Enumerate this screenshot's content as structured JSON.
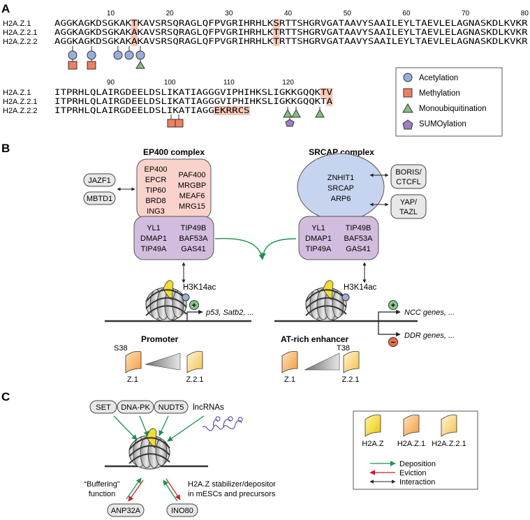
{
  "panel_a": {
    "label": "A",
    "ruler_top": [
      "10",
      "20",
      "30",
      "40",
      "50",
      "60",
      "70",
      "80"
    ],
    "ruler_bottom": [
      "90",
      "100",
      "110",
      "120"
    ],
    "row1": {
      "names": [
        "H2A.Z.1",
        "H2A.Z.2.1",
        "H2A.Z.2.2"
      ],
      "seqs": [
        "AGGKAGKDSGKAKTKAVSRSQRAGLQFPVGRIHRHLKSRTTSHGRVGATAAVYSAAILEYLTAEVLELAGNASKDLKVKR",
        "AGGKAGKDSGKAKAKAVSRSQRAGLQFPVGRIHRHLKTRTTSHGRVGATAAVYSAAILEYLTAEVLELAGNASKDLKVKR",
        "AGGKAGKDSGKAKAKAVSRSQRAGLQFPVGRIHRHLKTRTTSHGRVGATAAVYSAAILEYLTAEVLELAGNASKDLKVKR"
      ]
    },
    "row2": {
      "names": [
        "H2A.Z.1",
        "H2A.Z.2.1",
        "H2A.Z.2.2"
      ],
      "seqs": [
        "ITPRHLQLAIRGDEELDSLIKATIAGGGVIPHIHKSLIGKKGQQKTV",
        "ITPRHLQLAIRGDEELDSLIKATIAGGGVIPHIHKSLIGKKGQQKTA",
        "ITPRHLQLAIRGDEELDSLIKATIAGGEKRRCS"
      ]
    },
    "legend": [
      "Acetylation",
      "Methylation",
      "Monoubiquitination",
      "SUMOylation"
    ]
  },
  "panel_b": {
    "label": "B",
    "ep400": {
      "title": "EP400 complex",
      "top_left": [
        "EP400",
        "EPCR",
        "TIP60",
        "BRD8",
        "ING3"
      ],
      "top_right": [
        "PAF400",
        "MRGBP",
        "MEAF6",
        "MRG15"
      ],
      "bottom_left": [
        "YL1",
        "DMAP1",
        "TIP49A"
      ],
      "bottom_right": [
        "TIP49B",
        "BAF53A",
        "GAS41"
      ],
      "partners": [
        "JAZF1",
        "MBTD1"
      ]
    },
    "srcap": {
      "title": "SRCAP complex",
      "top": [
        "ZNHIT1",
        "SRCAP",
        "ARP6"
      ],
      "bottom_left": [
        "YL1",
        "DMAP1",
        "TIP49A"
      ],
      "bottom_right": [
        "TIP49B",
        "BAF53A",
        "GAS41"
      ],
      "partner1": [
        "BORIS/",
        "CTCFL"
      ],
      "partner2": [
        "YAP/",
        "TAZL"
      ]
    },
    "left_mark": "H3K14ac",
    "right_mark": "H3K14ac",
    "left_gene": "p53, Satb2, ...",
    "right_gene1": "NCC genes, ...",
    "right_gene2": "DDR genes, ...",
    "plus": "+",
    "minus": "−",
    "promoter": {
      "title": "Promoter",
      "site": "S38",
      "left_variant": "Z.1",
      "right_variant": "Z.2.1"
    },
    "enhancer": {
      "title": "AT-rich enhancer",
      "site": "T38",
      "left_variant": "Z.1",
      "right_variant": "Z.2.1"
    }
  },
  "panel_c": {
    "label": "C",
    "factors": [
      "SET",
      "DNA-PK",
      "NUDT5"
    ],
    "lncrna": "lncRNAs",
    "buffering": [
      "“Buffering”",
      "function"
    ],
    "stabilizer": [
      "H2A.Z stabilizer/depositor",
      "in mESCs and precursors"
    ],
    "anp32a": "ANP32A",
    "ino80": "INO80",
    "legend_variants": [
      "H2A.Z",
      "H2A.Z.1",
      "H2A.Z.2.1"
    ],
    "legend_arrows": [
      "Deposition",
      "Eviction",
      "Interaction"
    ]
  },
  "colors": {
    "highlight": "#f7c6b6",
    "acetylation": "#98aedb",
    "methylation": "#ee8062",
    "ubiquitination": "#85bd80",
    "sumoylation": "#9b7fc2",
    "ep400_top": "#f9d3cb",
    "complex_bottom": "#d3bdde",
    "srcap_top": "#c7d4ef",
    "deposition": "#18934a",
    "eviction": "#cf2027",
    "interaction": "#222222",
    "plus": "#86c98c",
    "minus": "#ef6a48"
  }
}
